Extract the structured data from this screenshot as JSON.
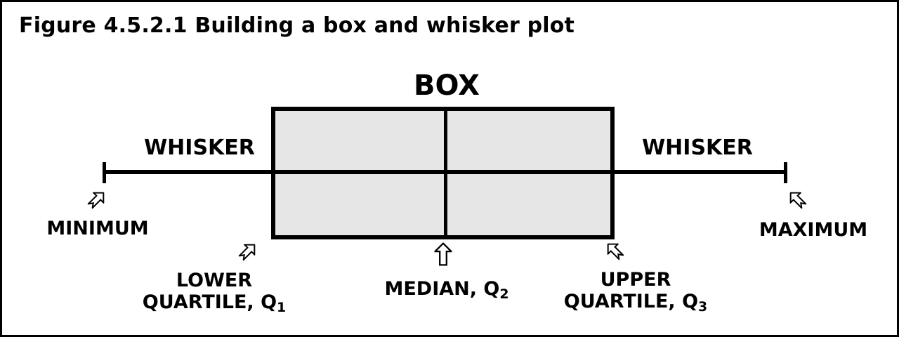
{
  "title": "Figure 4.5.2.1 Building a box and whisker plot",
  "diagram": {
    "box_label": "BOX",
    "left_whisker_label": "WHISKER",
    "right_whisker_label": "WHISKER",
    "minimum_label": "MINIMUM",
    "maximum_label": "MAXIMUM",
    "lower_quartile": {
      "line1": "LOWER",
      "line2_text": "QUARTILE, Q",
      "subscript": "1"
    },
    "median": {
      "text": "MEDIAN, Q",
      "subscript": "2"
    },
    "upper_quartile": {
      "line1": "UPPER",
      "line2_text": "QUARTILE, Q",
      "subscript": "3"
    },
    "icons": {
      "minimum_arrow": "ne-outline-arrow",
      "maximum_arrow": "nw-outline-arrow",
      "lower_quartile_arrow": "ne-outline-arrow",
      "median_arrow": "up-outline-arrow",
      "upper_quartile_arrow": "nw-outline-arrow"
    },
    "colors": {
      "line": "#000000",
      "box_fill": "#e6e6e6",
      "background": "#ffffff"
    }
  }
}
